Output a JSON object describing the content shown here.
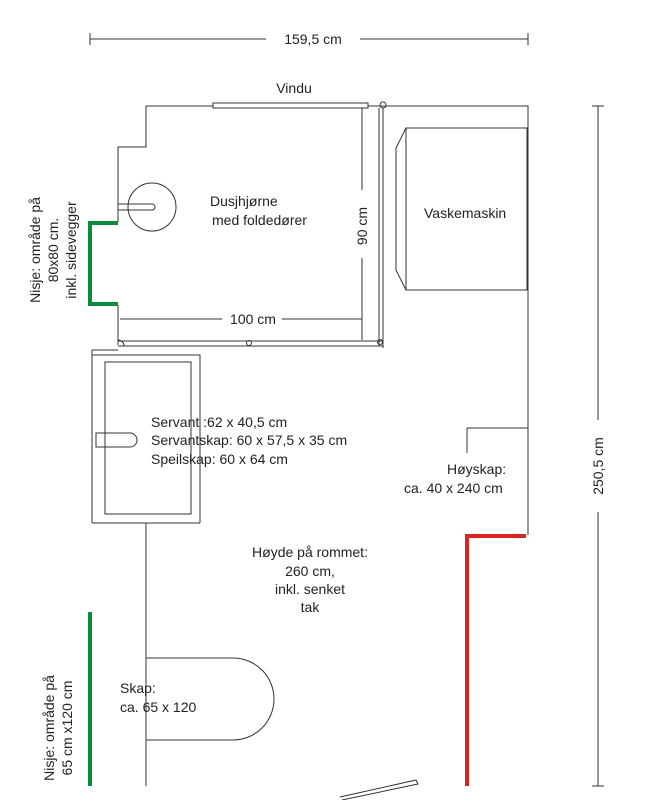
{
  "dimensions": {
    "width_label": "159,5 cm",
    "height_label": "250,5 cm",
    "shower_depth_label": "90 cm",
    "shower_width_label": "100 cm"
  },
  "labels": {
    "window": "Vindu",
    "shower": [
      "Dusjhjørne",
      "med foldedører"
    ],
    "washing_machine": "Vaskemaskin",
    "sink": [
      "Servant :62 x 40,5 cm",
      "Servantskap: 60 x 57,5 x 35 cm",
      "Speilskap: 60 x 64 cm"
    ],
    "tall_cabinet": [
      "Høyskap:",
      "ca. 40 x 240 cm"
    ],
    "room_height": [
      "Høyde på rommet:",
      "260 cm,",
      "inkl. senket",
      "tak"
    ],
    "cabinet": [
      "Skap:",
      "ca. 65 x 120"
    ],
    "niche_top": [
      "Nisje: område på",
      "80x80 cm.",
      "inkl. sidevegger"
    ],
    "niche_bottom": [
      "Nisje: område på",
      "65 cm x120 cm"
    ]
  },
  "colors": {
    "line": "#333333",
    "green_wall": "#0a8a3c",
    "red_wall": "#dd2222",
    "text": "#222222"
  }
}
